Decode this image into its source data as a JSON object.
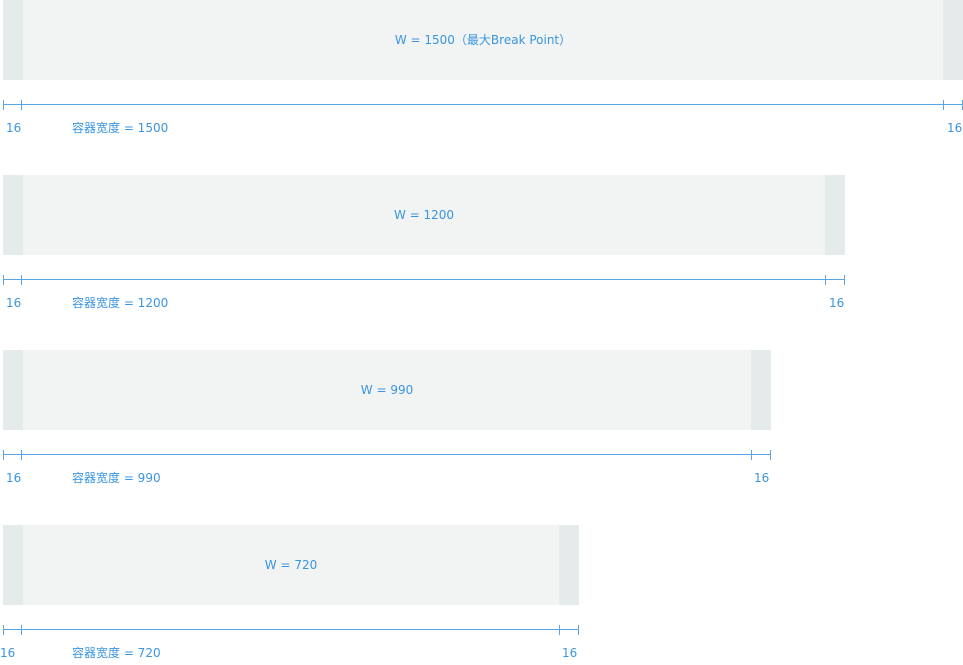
{
  "colors": {
    "bar": "#f1f4f3",
    "gutter": "#e4ebea",
    "accent": "#3a95e0"
  },
  "sections": [
    {
      "bar_label": "W = 1500（最大Break Point）",
      "left_gutter": "16",
      "container_label": "容器宽度 = 1500",
      "right_gutter": "16"
    },
    {
      "bar_label": "W = 1200",
      "left_gutter": "16",
      "container_label": "容器宽度 = 1200",
      "right_gutter": "16"
    },
    {
      "bar_label": "W = 990",
      "left_gutter": "16",
      "container_label": "容器宽度 = 990",
      "right_gutter": "16"
    },
    {
      "bar_label": "W = 720",
      "left_gutter": "16",
      "container_label": "容器宽度 = 720",
      "right_gutter": "16"
    }
  ]
}
